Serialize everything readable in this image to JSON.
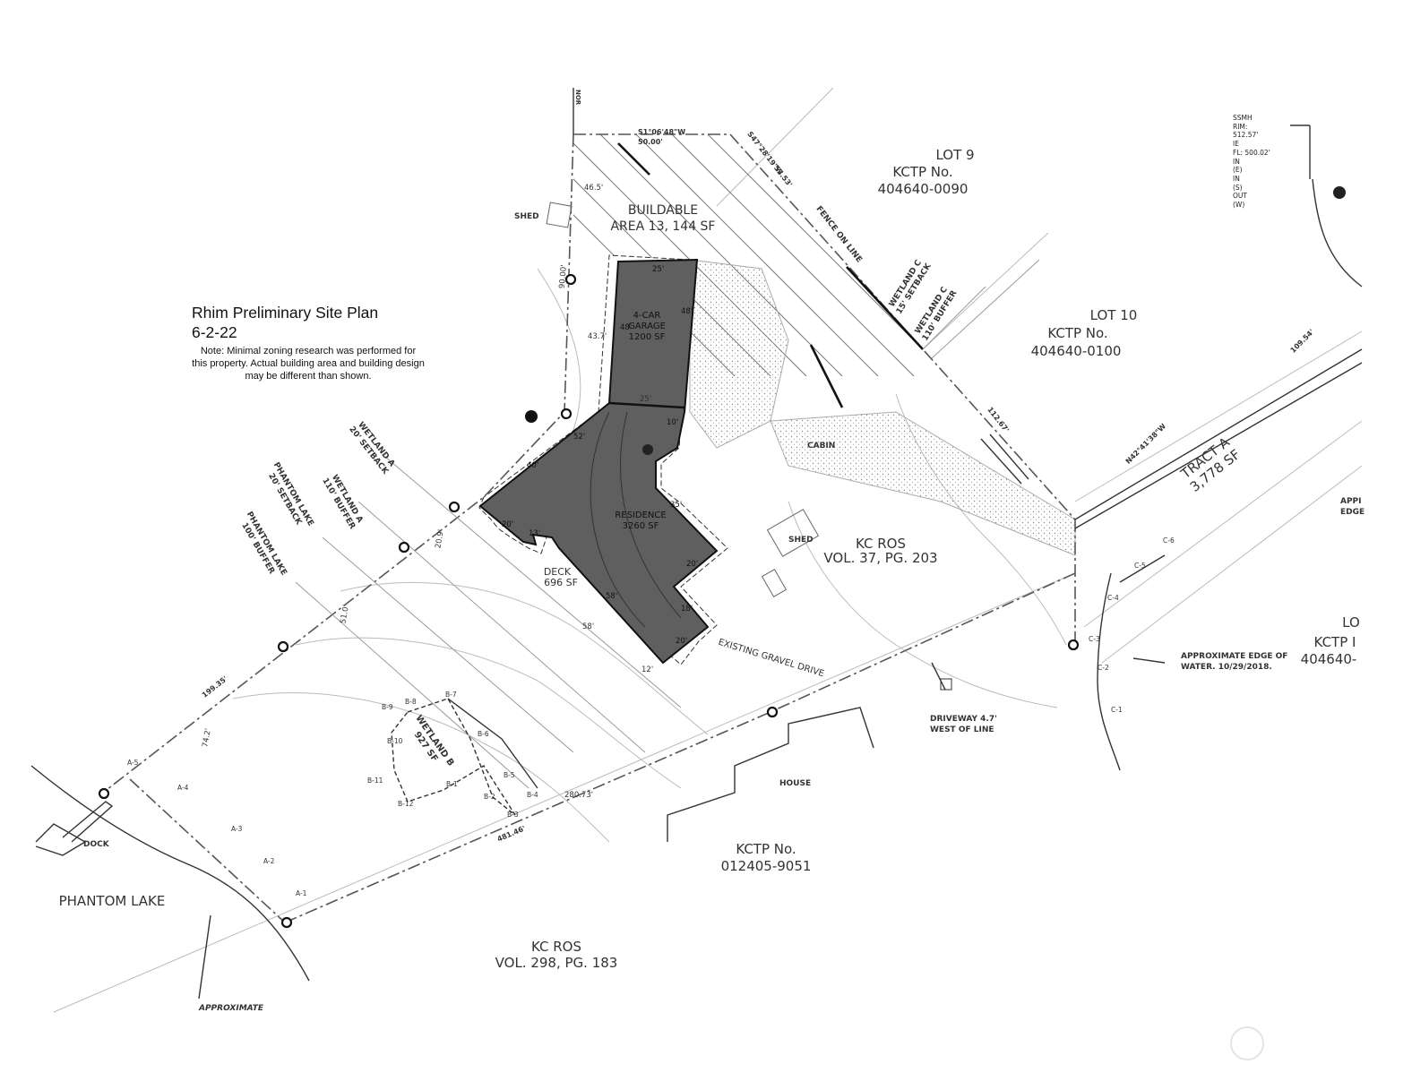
{
  "title_block": {
    "title": "Rhim Preliminary Site Plan",
    "date": "6-2-22",
    "note": "Note: Minimal zoning research was performed for this property. Actual building area and building design may be different than shown."
  },
  "parcels": {
    "lot9": {
      "lot": "LOT 9",
      "kctp": "KCTP No.",
      "number": "404640-0090"
    },
    "lot10": {
      "lot": "LOT 10",
      "kctp": "KCTP No.",
      "number": "404640-0100"
    },
    "lot_right": {
      "lot": "LO",
      "kctp": "KCTP I",
      "number": "404640-"
    },
    "south": {
      "kctp": "KCTP No.",
      "number": "012405-9051"
    },
    "kc_ros_center": {
      "line1": "KC ROS",
      "line2": "VOL. 37, PG. 203"
    },
    "kc_ros_south": {
      "line1": "KC ROS",
      "line2": "VOL. 298, PG. 183"
    },
    "tract_a": {
      "name": "TRACT A",
      "area": "3,778 SF"
    }
  },
  "areas": {
    "buildable": {
      "line1": "BUILDABLE",
      "line2": "AREA 13, 144 SF"
    },
    "garage": {
      "line1": "4-CAR",
      "line2": "GARAGE",
      "line3": "1200 SF"
    },
    "residence": {
      "line1": "RESIDENCE",
      "line2": "3260 SF"
    },
    "deck": {
      "line1": "DECK",
      "line2": "696 SF"
    },
    "wetland_b": {
      "line1": "WETLAND B",
      "line2": "927 SF"
    }
  },
  "labels": {
    "shed_nw": "SHED",
    "shed_center": "SHED",
    "cabin": "CABIN",
    "house": "HOUSE",
    "dock": "DOCK",
    "phantom_lake": "PHANTOM LAKE",
    "approximate": "APPROXIMATE",
    "existing_drive": "EXISTING GRAVEL DRIVE",
    "driveway_note_1": "DRIVEWAY 4.7'",
    "driveway_note_2": "WEST OF LINE",
    "water_edge_1": "APPROXIMATE EDGE OF",
    "water_edge_2": "WATER. 10/29/2018.",
    "edge_fragment_1": "APPI",
    "edge_fragment_2": "EDGE",
    "fence_on_line": "FENCE ON LINE",
    "north_arrow": "NOR"
  },
  "buffers": {
    "wetland_a_setback": {
      "line1": "WETLAND A",
      "line2": "20' SETBACK"
    },
    "wetland_a_buffer": {
      "line1": "WETLAND A",
      "line2": "110' BUFFER"
    },
    "lake_setback": {
      "line1": "PHANTOM LAKE",
      "line2": "20' SETBACK"
    },
    "lake_buffer": {
      "line1": "PHANTOM LAKE",
      "line2": "100' BUFFER"
    },
    "wetland_c_setback": {
      "line1": "WETLAND C",
      "line2": "15' SETBACK"
    },
    "wetland_c_buffer": {
      "line1": "WETLAND C",
      "line2": "110' BUFFER"
    }
  },
  "bearings": {
    "north_line": "S1°06'48\"W",
    "north_dist": "50.00'",
    "ne_line": "S47°28'19\"W",
    "ne_dist": "53.53'",
    "tract_line": "N42°41'38\"W",
    "tract_dist": "109.54'",
    "east_dist": "112.67'",
    "south_dist": "481.46'",
    "west_dist": "199.35'"
  },
  "dimensions": {
    "d_46_5": "46.5'",
    "d_90": "90.00'",
    "d_43_7": "43.7'",
    "d_25_top": "25'",
    "d_48_left": "48'",
    "d_48_right": "48'",
    "d_25_mid": "25'",
    "d_52": "52'",
    "d_40": "40'",
    "d_10": "10'",
    "d_35": "35'",
    "d_20_left": "20'",
    "d_13": "13'",
    "d_20_right": "20'",
    "d_58_inner": "58'",
    "d_18": "18'",
    "d_20_bottom": "20'",
    "d_58_outer": "58'",
    "d_12": "12'",
    "d_20_9": "20.9'",
    "d_51": "51.0'",
    "d_74_2": "74.2'",
    "d_280": "280.73'"
  },
  "flags": {
    "a": [
      "A-1",
      "A-2",
      "A-3",
      "A-4",
      "A-5"
    ],
    "b": [
      "B-1",
      "B-2",
      "B-3",
      "B-4",
      "B-5",
      "B-6",
      "B-7",
      "B-8",
      "B-9",
      "B-10",
      "B-11",
      "B-12"
    ],
    "c": [
      "C-1",
      "C-2",
      "C-3",
      "C-4",
      "C-5",
      "C-6"
    ]
  },
  "ssmh": [
    "SSMH",
    "RIM:",
    "512.57'",
    "IE",
    "FL: 500.02'",
    "IN",
    "(E)",
    "IN",
    "(S)",
    "OUT",
    "(W)"
  ],
  "colors": {
    "building_fill": "#5f5f5f",
    "line": "#333333",
    "background": "#ffffff"
  }
}
